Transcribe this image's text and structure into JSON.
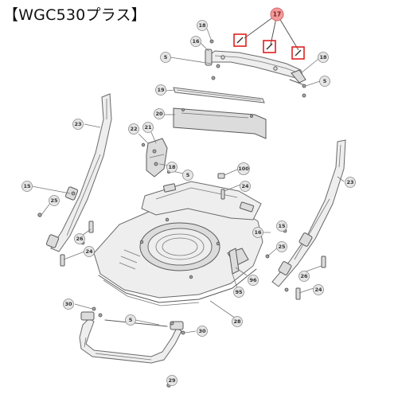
{
  "title": "【WGC530プラス】",
  "highlight": {
    "label": "17",
    "color": "#f19a9a",
    "box_color": "#e02020"
  },
  "callouts": [
    {
      "id": "c18a",
      "label": "18"
    },
    {
      "id": "c16a",
      "label": "16"
    },
    {
      "id": "c5a",
      "label": "5"
    },
    {
      "id": "c18b",
      "label": "18"
    },
    {
      "id": "c5b",
      "label": "5"
    },
    {
      "id": "c19",
      "label": "19"
    },
    {
      "id": "c20",
      "label": "20"
    },
    {
      "id": "c23a",
      "label": "23"
    },
    {
      "id": "c22",
      "label": "22"
    },
    {
      "id": "c21",
      "label": "21"
    },
    {
      "id": "c18c",
      "label": "18"
    },
    {
      "id": "c5c",
      "label": "5"
    },
    {
      "id": "c100",
      "label": "100"
    },
    {
      "id": "c24a",
      "label": "24"
    },
    {
      "id": "c23b",
      "label": "23"
    },
    {
      "id": "c15a",
      "label": "15"
    },
    {
      "id": "c25a",
      "label": "25"
    },
    {
      "id": "c26a",
      "label": "26"
    },
    {
      "id": "c24b",
      "label": "24"
    },
    {
      "id": "c16b",
      "label": "16"
    },
    {
      "id": "c15b",
      "label": "15"
    },
    {
      "id": "c25b",
      "label": "25"
    },
    {
      "id": "c26b",
      "label": "26"
    },
    {
      "id": "c24c",
      "label": "24"
    },
    {
      "id": "c96",
      "label": "96"
    },
    {
      "id": "c95",
      "label": "95"
    },
    {
      "id": "c28",
      "label": "28"
    },
    {
      "id": "c30a",
      "label": "30"
    },
    {
      "id": "c5d",
      "label": "5"
    },
    {
      "id": "c30b",
      "label": "30"
    },
    {
      "id": "c29",
      "label": "29"
    }
  ]
}
